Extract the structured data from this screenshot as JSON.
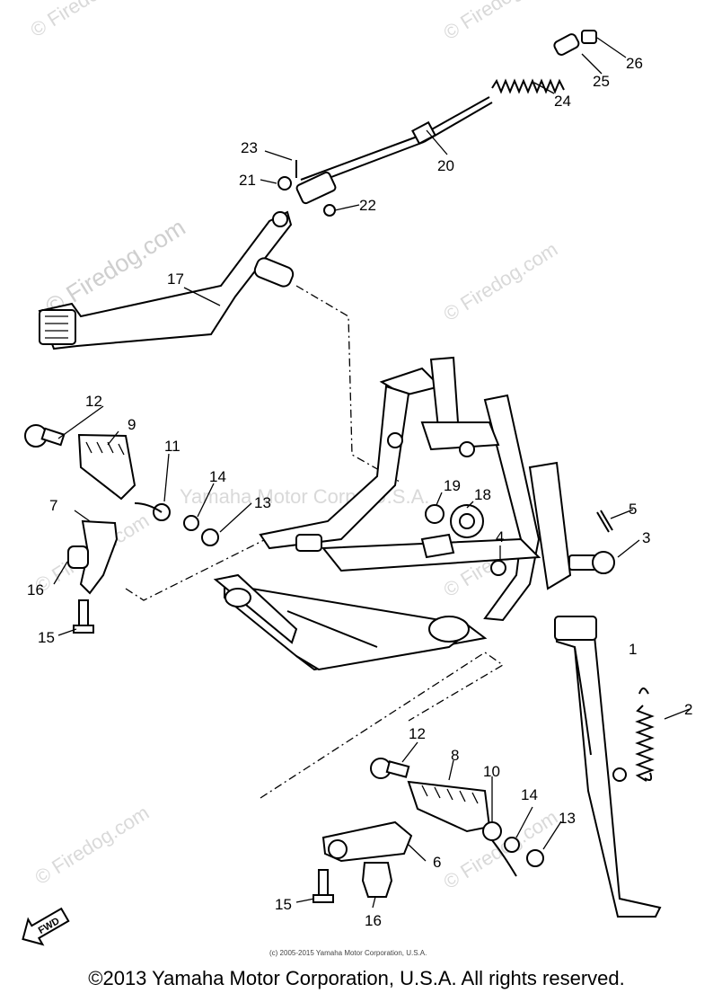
{
  "watermarks": {
    "small": "© Firedog.com",
    "large": "© Firedog.com",
    "center": "Yamaha Motor Corp., U.S.A."
  },
  "parts": {
    "p1": "1",
    "p2": "2",
    "p3": "3",
    "p4": "4",
    "p5": "5",
    "p6": "6",
    "p7": "7",
    "p8": "8",
    "p9": "9",
    "p10": "10",
    "p11": "11",
    "p12a": "12",
    "p12b": "12",
    "p13a": "13",
    "p13b": "13",
    "p14a": "14",
    "p14b": "14",
    "p15a": "15",
    "p15b": "15",
    "p16a": "16",
    "p16b": "16",
    "p17": "17",
    "p18": "18",
    "p19": "19",
    "p20": "20",
    "p21": "21",
    "p22": "22",
    "p23": "23",
    "p24": "24",
    "p25": "25",
    "p26": "26"
  },
  "fwd_badge": "FWD",
  "small_copyright": "(c) 2005-2015 Yamaha Motor Corporation, U.S.A.",
  "footer": "©2013 Yamaha Motor Corporation, U.S.A. All rights reserved."
}
